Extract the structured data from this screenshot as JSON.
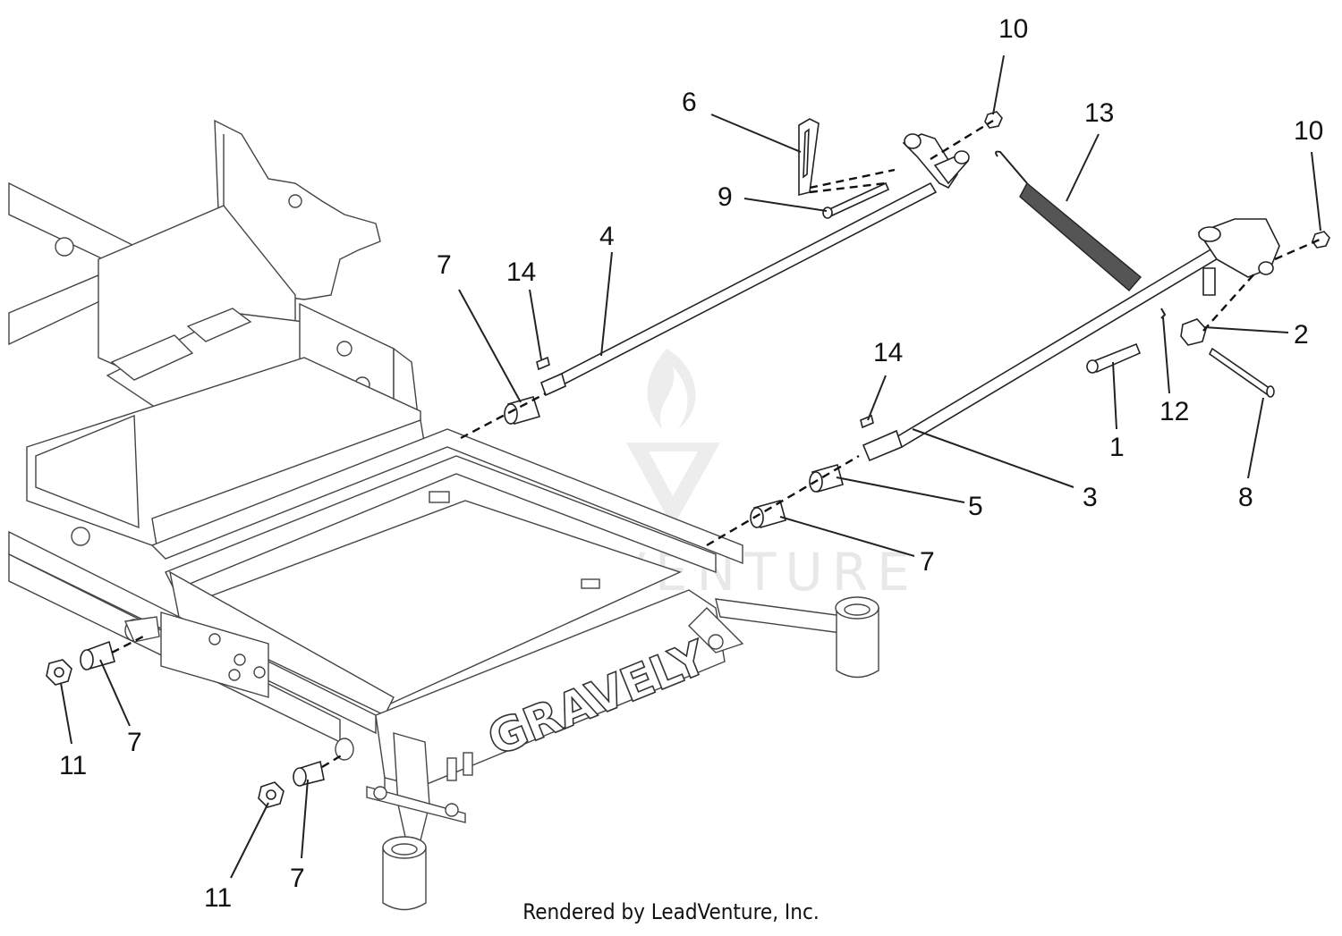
{
  "brand_text": "GRAVELY",
  "watermark": "LEADVENTURE",
  "credit": "Rendered by LeadVenture, Inc.",
  "callouts": {
    "c1": "1",
    "c2": "2",
    "c3": "3",
    "c4": "4",
    "c5": "5",
    "c6": "6",
    "c7a": "7",
    "c7b": "7",
    "c7c": "7",
    "c7d": "7",
    "c8": "8",
    "c9": "9",
    "c10a": "10",
    "c10b": "10",
    "c11a": "11",
    "c11b": "11",
    "c12": "12",
    "c13": "13",
    "c14a": "14",
    "c14b": "14"
  }
}
